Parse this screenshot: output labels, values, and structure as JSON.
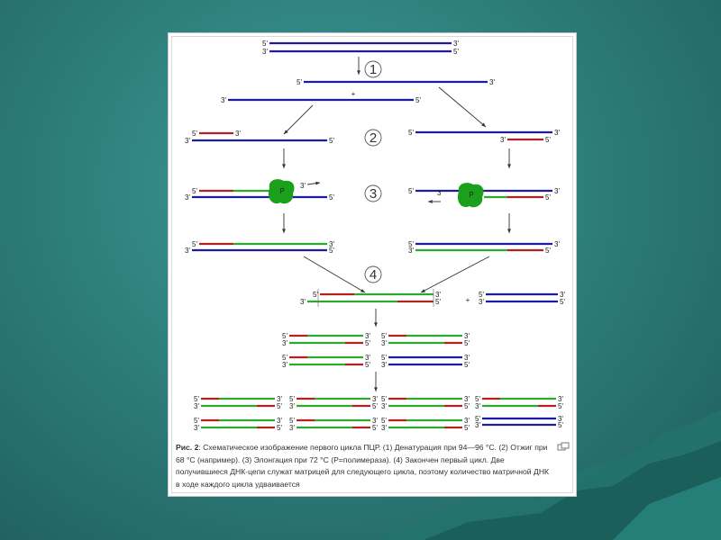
{
  "figure": {
    "caption_label": "Рис. 2",
    "caption_text": ": Схематическое изображение первого цикла ПЦР. (1) Денатурация при 94—96 °C. (2) Отжиг при 68 °C (например). (3) Элонгация при 72 °C (P=полимераза). (4) Закончен первый цикл. Две получившиеся ДНК-цепи служат матрицей для следующего цикла, поэтому количество матричной ДНК в ходе каждого цикла удваивается"
  },
  "diagram": {
    "steps": [
      "1",
      "2",
      "3",
      "4"
    ],
    "end_5": "5'",
    "end_3": "3'",
    "plus": "+",
    "polymerase": "P",
    "colors": {
      "template": "#1c1c9e",
      "primer": "#b22222",
      "new_strand": "#2ea82e",
      "polymerase": "#1aa01a",
      "arrow": "#333333"
    }
  },
  "background": {
    "colors": [
      "#3f9a95",
      "#1e5d5d"
    ],
    "mountain_color": "#1f6b66"
  }
}
